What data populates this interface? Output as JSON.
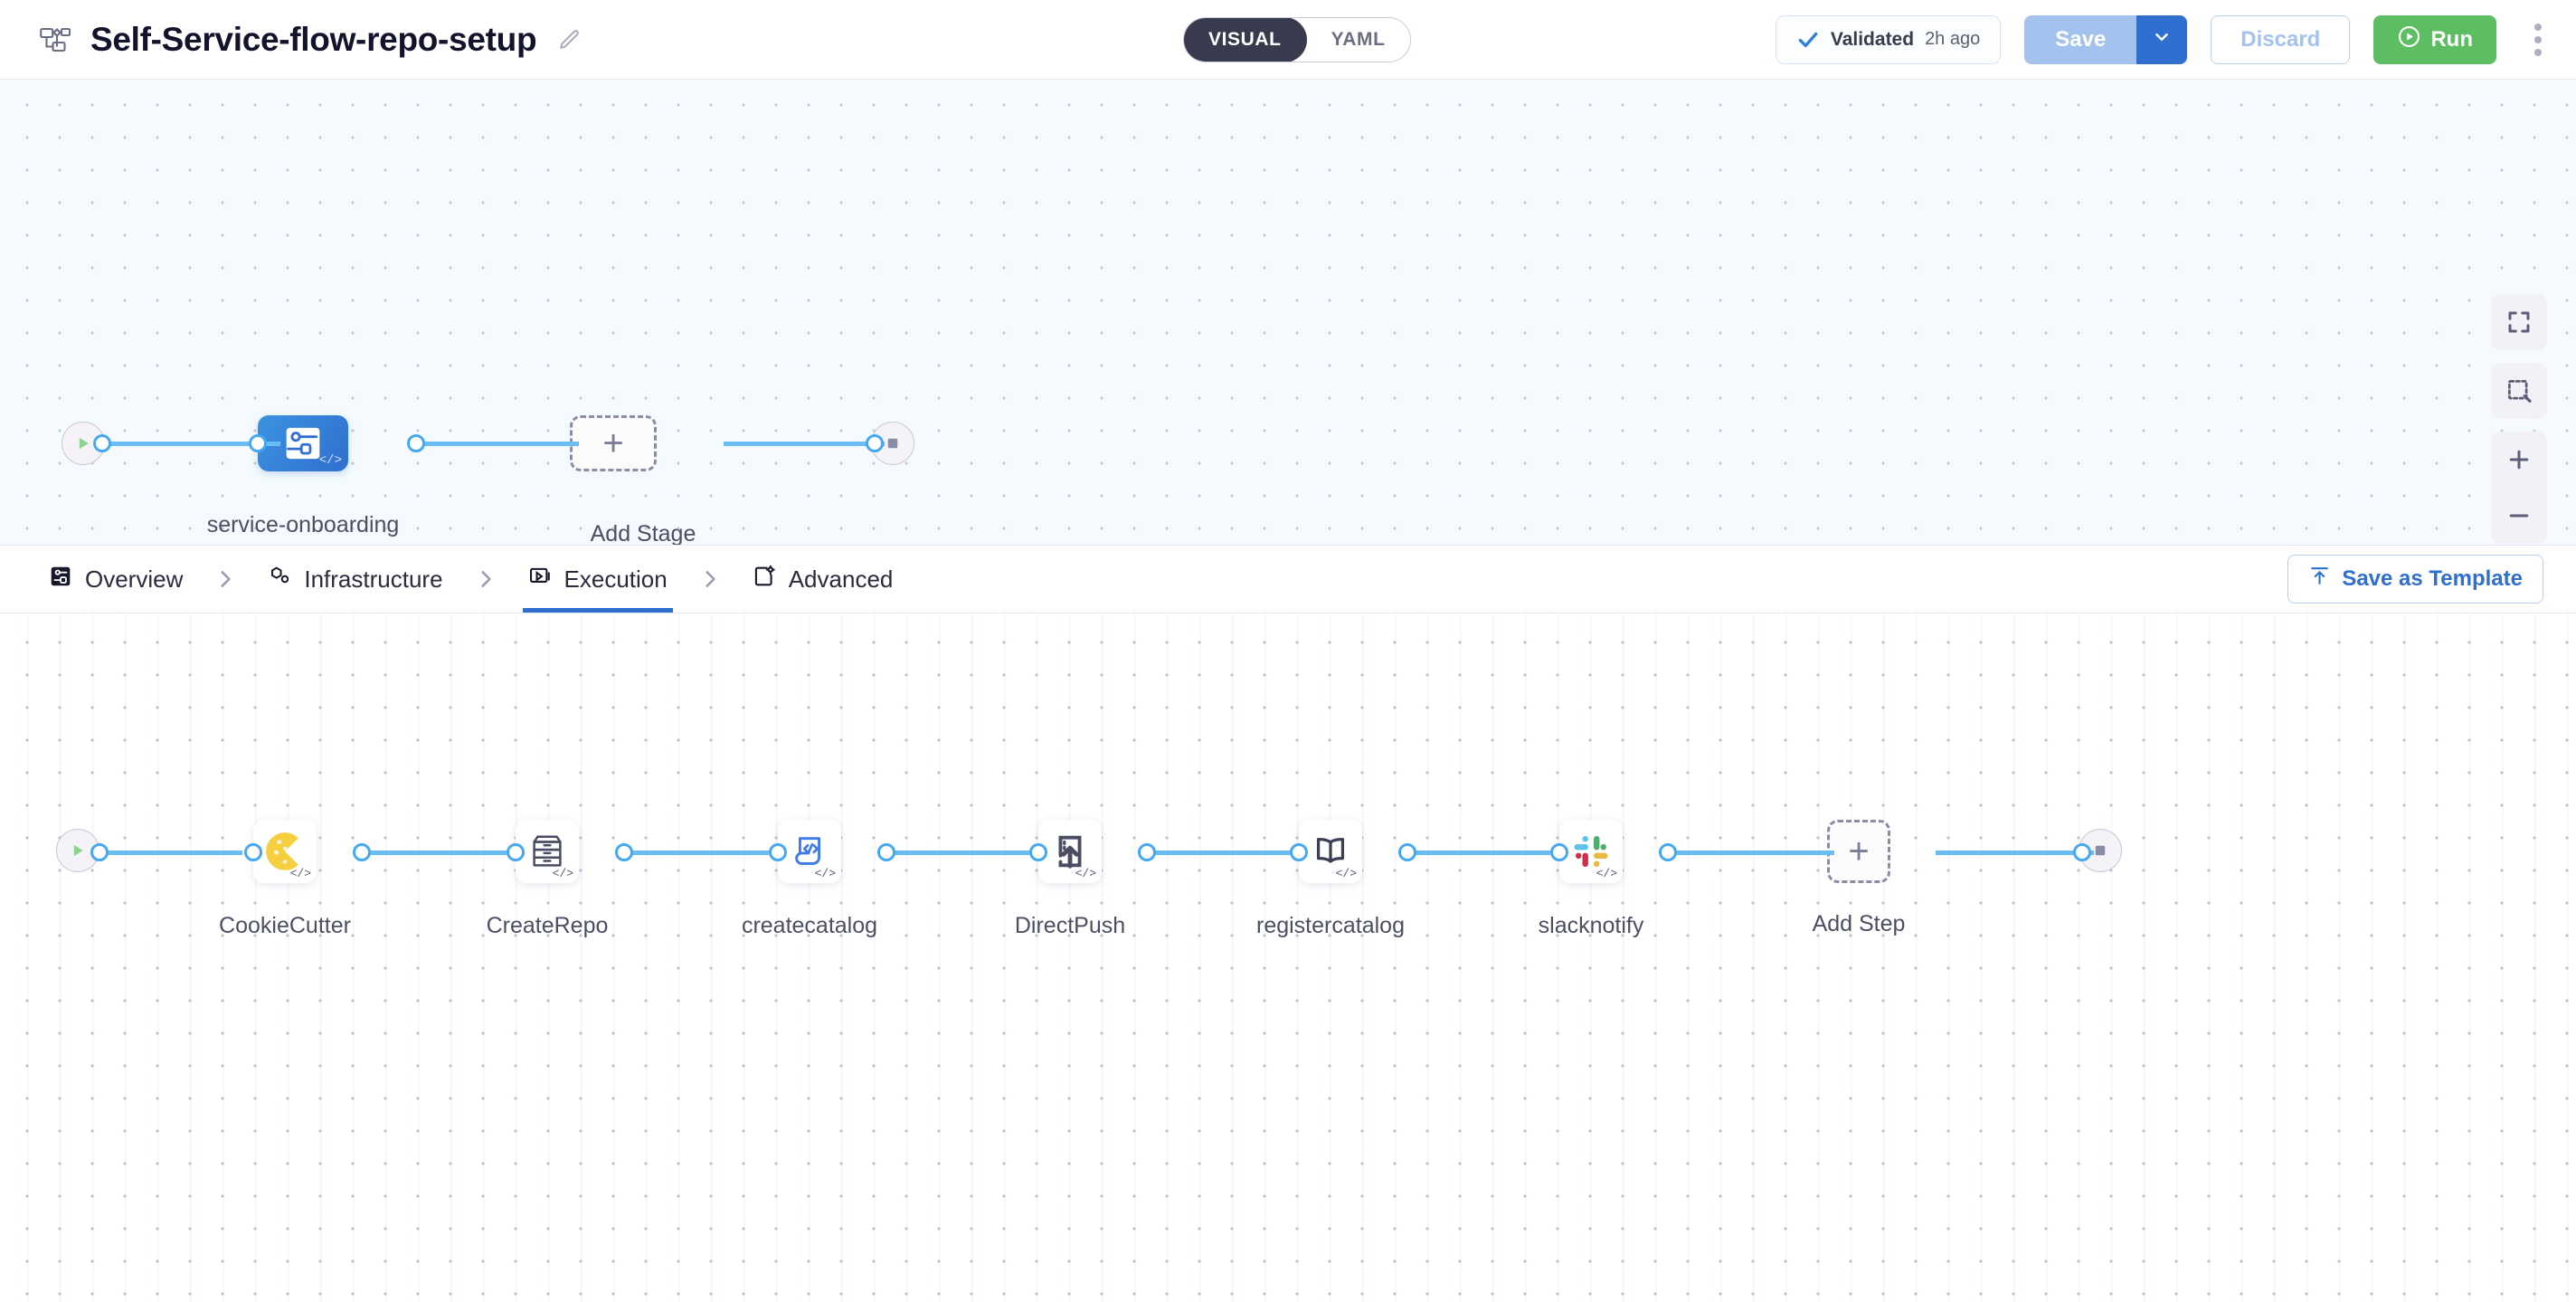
{
  "header": {
    "pipeline_icon": "pipeline-flow-icon",
    "title": "Self-Service-flow-repo-setup",
    "edit_icon": "pencil-edit-icon",
    "mode_toggle": {
      "options": [
        "VISUAL",
        "YAML"
      ],
      "selected": "VISUAL"
    },
    "validated": {
      "icon": "check-icon",
      "label": "Validated",
      "time": "2h ago"
    },
    "save_label": "Save",
    "save_caret_icon": "chevron-down-icon",
    "discard_label": "Discard",
    "run_label": "Run",
    "run_icon": "play-circle-icon",
    "kebab_icon": "more-vertical-icon",
    "colors": {
      "save_bg": "#a3c2ee",
      "save_caret_bg": "#2f6fd0",
      "run_bg": "#5dbd63",
      "accent_blue": "#2f6fd0",
      "toggle_active_bg": "#383a4e"
    }
  },
  "stage_canvas": {
    "start_icon": "play-start-icon",
    "end_icon": "stop-end-icon",
    "stage": {
      "name": "service-onboarding",
      "icon": "stage-node-icon",
      "code_badge": "</>"
    },
    "add_stage": {
      "label": "Add Stage",
      "icon": "plus-icon"
    },
    "controls": [
      {
        "name": "fit-to-screen-icon",
        "label": "Fit to screen"
      },
      {
        "name": "selection-box-icon",
        "label": "Box select"
      },
      {
        "name": "zoom-in-icon",
        "label": "Zoom in"
      },
      {
        "name": "zoom-out-icon",
        "label": "Zoom out"
      }
    ]
  },
  "tabbar": {
    "tabs": [
      {
        "label": "Overview",
        "icon": "overview-icon",
        "active": false
      },
      {
        "label": "Infrastructure",
        "icon": "infrastructure-icon",
        "active": false
      },
      {
        "label": "Execution",
        "icon": "execution-icon",
        "active": true
      },
      {
        "label": "Advanced",
        "icon": "advanced-icon",
        "active": false
      }
    ],
    "separator_icon": "chevron-right-icon",
    "save_template": {
      "label": "Save as Template",
      "icon": "upload-template-icon"
    }
  },
  "execution_canvas": {
    "start_icon": "play-start-icon",
    "end_icon": "stop-end-icon",
    "code_badge": "</>",
    "steps": [
      {
        "name": "CookieCutter",
        "icon": "cookie-icon"
      },
      {
        "name": "CreateRepo",
        "icon": "archive-drawers-icon"
      },
      {
        "name": "createcatalog",
        "icon": "code-scroll-icon"
      },
      {
        "name": "DirectPush",
        "icon": "upload-push-icon"
      },
      {
        "name": "registercatalog",
        "icon": "open-book-icon"
      },
      {
        "name": "slacknotify",
        "icon": "slack-icon"
      }
    ],
    "add_step": {
      "label": "Add Step",
      "icon": "plus-icon"
    }
  }
}
